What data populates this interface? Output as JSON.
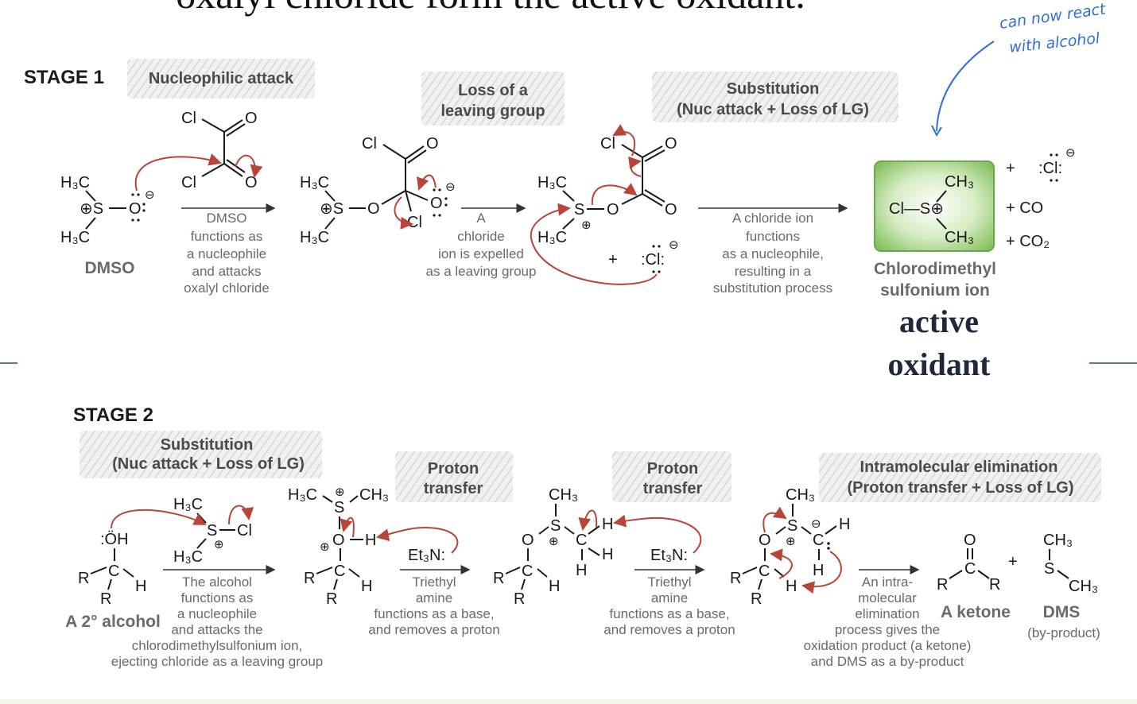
{
  "title": "oxalyl chloride form the active oxidant.",
  "annotation": {
    "line1": "can now react",
    "line2": "with alcohol"
  },
  "colors": {
    "arrow": "#b8443a",
    "box": "#8cc56a",
    "annotation": "#2f6fd6"
  },
  "stage1": {
    "label": "STAGE 1",
    "banners": {
      "nucleophilic": "Nucleophilic attack",
      "loss": [
        "Loss of a",
        "leaving group"
      ],
      "substitution": [
        "Substitution",
        "(Nuc attack + Loss of LG)"
      ]
    },
    "dmso": {
      "atoms": [
        "H₃C",
        "⊕S",
        "O",
        "⊖",
        "H₃C"
      ],
      "name": "DMSO"
    },
    "oxalyl": {
      "atoms": [
        "Cl",
        "O",
        "Cl",
        "O"
      ]
    },
    "step1_note": [
      "DMSO",
      "functions as",
      "a nucleophile",
      "and attacks",
      "oxalyl chloride"
    ],
    "int1": {
      "atoms": [
        "H₃C",
        "⊕S",
        "O",
        "H₃C",
        "Cl",
        "O",
        "O",
        "⊖",
        "Cl"
      ]
    },
    "step2_note": [
      "A",
      "chloride",
      "ion is expelled",
      "as a leaving group"
    ],
    "int2": {
      "atoms": [
        "Cl",
        "O",
        "H₃C",
        "S",
        "⊕",
        "O",
        "O",
        "H₃C",
        "+",
        ":Cl:",
        "⊖"
      ]
    },
    "step3_note": [
      "A chloride ion",
      "functions",
      "as a nucleophile,",
      "resulting in a",
      "substitution process"
    ],
    "product": {
      "atoms": [
        "CH₃",
        "Cl—S⊕",
        "CH₃"
      ],
      "name": [
        "Chlorodimethyl",
        "sulfonium ion"
      ],
      "side": [
        "+",
        ":Cl:",
        "⊖",
        "+ CO",
        "+ CO₂"
      ]
    },
    "emphasis": [
      "active",
      "oxidant"
    ]
  },
  "stage2": {
    "label": "STAGE 2",
    "banners": {
      "substitution": [
        "Substitution",
        "(Nuc attack + Loss of LG)"
      ],
      "proton1": [
        "Proton",
        "transfer"
      ],
      "proton2": [
        "Proton",
        "transfer"
      ],
      "elimination": [
        "Intramolecular elimination",
        "(Proton transfer + Loss of LG)"
      ]
    },
    "alcohol": {
      "atoms": [
        ":ÖH",
        "C",
        "R",
        "H",
        "R"
      ],
      "name": "A 2° alcohol"
    },
    "sulfonium": {
      "atoms": [
        "H₃C",
        "S",
        "Cl",
        "⊕",
        "H₃C"
      ]
    },
    "step1_note": [
      "The alcohol",
      "functions as",
      "a nucleophile",
      "and attacks the",
      "chlorodimethylsulfonium ion,",
      "ejecting chloride as a leaving group"
    ],
    "int1": {
      "atoms": [
        "H₃C",
        "⊕",
        "S",
        "CH₃",
        "O",
        "⊕",
        "H",
        "C",
        "R",
        "H",
        "R"
      ]
    },
    "base1": "Et₃N:",
    "step2_note": [
      "Triethyl",
      "amine",
      "functions as a base,",
      "and removes a proton"
    ],
    "int2": {
      "atoms": [
        "CH₃",
        "S",
        "⊕",
        "O",
        "C",
        "H",
        "H",
        "H",
        "C",
        "R",
        "H",
        "R"
      ]
    },
    "base2": "Et₃N:",
    "step3_note": [
      "Triethyl",
      "amine",
      "functions as a base,",
      "and removes a proton"
    ],
    "int3": {
      "atoms": [
        "CH₃",
        "S",
        "⊕",
        "⊖",
        "C",
        "H",
        "H",
        "O",
        "C",
        "R",
        "H",
        "R"
      ]
    },
    "step4_note": [
      "An intra-",
      "molecular",
      "elimination",
      "process gives the",
      "oxidation product (a ketone)",
      "and DMS as a by-product"
    ],
    "ketone": {
      "atoms": [
        "O",
        "C",
        "R",
        "R"
      ],
      "name": "A ketone"
    },
    "plus": "+",
    "dms": {
      "atoms": [
        "CH₃",
        "S",
        "CH₃"
      ],
      "name": "DMS",
      "sub": "(by-product)"
    }
  }
}
